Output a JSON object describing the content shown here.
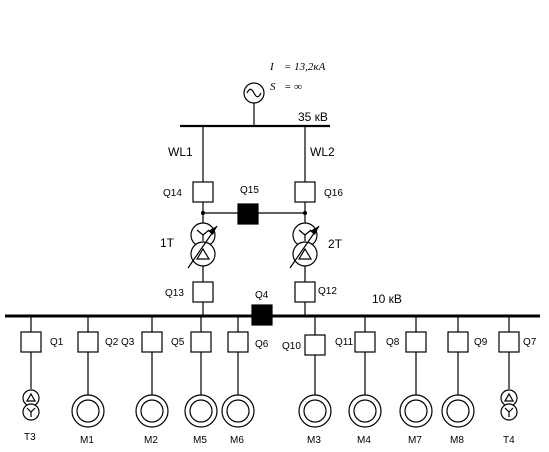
{
  "source": {
    "current_label": "I",
    "current_value": "= 13,2кА",
    "power_label": "S",
    "power_value": "= ∞"
  },
  "buses": {
    "hv": "35 кВ",
    "lv": "10 кВ"
  },
  "lines": {
    "left": "WL1",
    "right": "WL2"
  },
  "transformers": {
    "left": "1T",
    "right": "2T"
  },
  "breakers": {
    "Q14": "Q14",
    "Q15": "Q15",
    "Q16": "Q16",
    "Q13": "Q13",
    "Q12": "Q12",
    "Q4": "Q4",
    "Q1": "Q1",
    "Q2": "Q2",
    "Q3": "Q3",
    "Q5": "Q5",
    "Q6": "Q6",
    "Q10": "Q10",
    "Q11": "Q11",
    "Q8": "Q8",
    "Q9": "Q9",
    "Q7": "Q7"
  },
  "loads": {
    "T3": "T3",
    "M1": "M1",
    "M2": "M2",
    "M5": "M5",
    "M6": "M6",
    "M3": "M3",
    "M4": "M4",
    "M7": "M7",
    "M8": "M8",
    "T4": "T4"
  }
}
